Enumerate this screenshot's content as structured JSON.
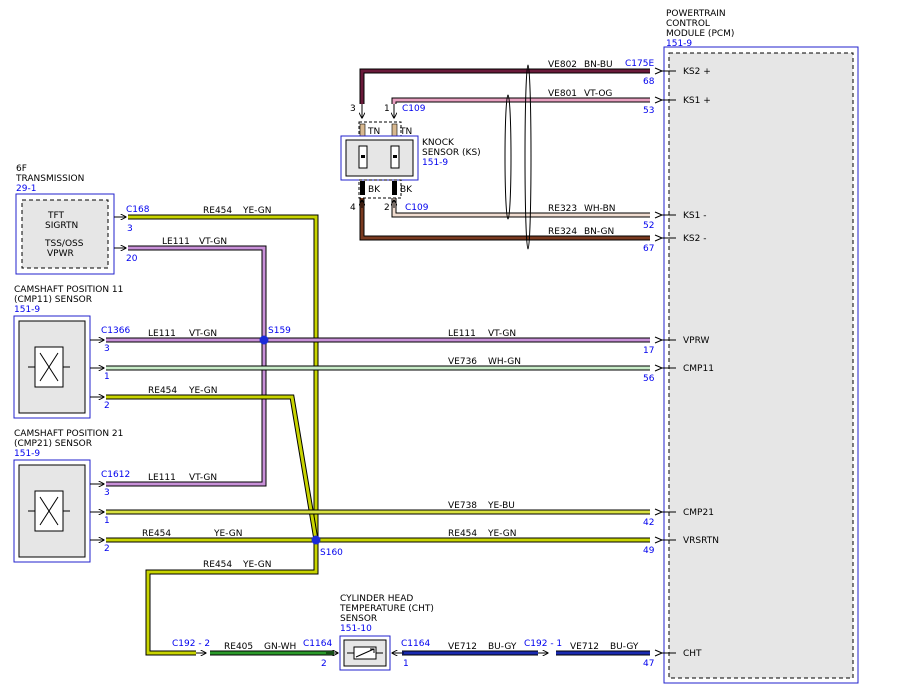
{
  "colors": {
    "frame_blue": "#2222cc",
    "wire_ye_gn": "#c8d400",
    "wire_vt_gn": "#c890d8",
    "wire_bn_bu": "#6a1a3a",
    "wire_vt_og": "#e8a0c0",
    "wire_wh_bn": "#e8d0c0",
    "wire_bn_gn": "#7a3a20",
    "wire_wh_gn": "#b8e0b8",
    "wire_ye_bu": "#d8e040",
    "wire_gn_wh": "#2a9a2a",
    "wire_bu_gy": "#1a2ab0"
  },
  "pcm": {
    "title_lines": [
      "POWERTRAIN",
      "CONTROL",
      "MODULE (PCM)"
    ],
    "ref": "151-9",
    "pins": [
      {
        "label": "KS2 +",
        "pin": "68"
      },
      {
        "label": "KS1 +",
        "pin": "53"
      },
      {
        "label": "KS1 -",
        "pin": "52"
      },
      {
        "label": "KS2 -",
        "pin": "67"
      },
      {
        "label": "VPRW",
        "pin": "17"
      },
      {
        "label": "CMP11",
        "pin": "56"
      },
      {
        "label": "CMP21",
        "pin": "42"
      },
      {
        "label": "VRSRTN",
        "pin": "49"
      },
      {
        "label": "CHT",
        "pin": "47"
      }
    ],
    "connectors": [
      "C175E"
    ]
  },
  "knock": {
    "title_lines": [
      "KNOCK",
      "SENSOR (KS)"
    ],
    "ref": "151-9",
    "pin_top_left": "3",
    "pin_top_right": "1",
    "pin_bot_left": "4",
    "pin_bot_right": "2",
    "conn_top": "C109",
    "conn_bot": "C109",
    "tn": "TN",
    "bk": "BK"
  },
  "transmission": {
    "title_lines": [
      "6F",
      "TRANSMISSION"
    ],
    "ref": "29-1",
    "inner": [
      "TFT",
      "SIGRTN",
      "TSS/OSS",
      "VPWR"
    ],
    "connector": "C168",
    "pins": [
      "3",
      "20"
    ]
  },
  "cmp11": {
    "title_lines": [
      "CAMSHAFT POSITION 11",
      "(CMP11) SENSOR"
    ],
    "ref": "151-9",
    "connector": "C1366",
    "pins": [
      "3",
      "1",
      "2"
    ]
  },
  "cmp21": {
    "title_lines": [
      "CAMSHAFT POSITION 21",
      "(CMP21) SENSOR"
    ],
    "ref": "151-9",
    "connector": "C1612",
    "pins": [
      "3",
      "1",
      "2"
    ]
  },
  "cht": {
    "title_lines": [
      "CYLINDER HEAD",
      "TEMPERATURE (CHT)",
      "SENSOR"
    ],
    "ref": "151-10",
    "conn_left": "C1164",
    "conn_right": "C1164",
    "pin_left": "2",
    "pin_right": "1",
    "c192_left": "C192 - 2",
    "c192_right": "C192 - 1"
  },
  "splices": [
    "S159",
    "S160"
  ],
  "wires": {
    "ve802": {
      "circuit": "VE802",
      "color": "BN-BU"
    },
    "ve801": {
      "circuit": "VE801",
      "color": "VT-OG"
    },
    "re323": {
      "circuit": "RE323",
      "color": "WH-BN"
    },
    "re324": {
      "circuit": "RE324",
      "color": "BN-GN"
    },
    "re454_tft": {
      "circuit": "RE454",
      "color": "YE-GN"
    },
    "le111_vpwr": {
      "circuit": "LE111",
      "color": "VT-GN"
    },
    "le111_cmp11": {
      "circuit": "LE111",
      "color": "VT-GN"
    },
    "le111_pcm": {
      "circuit": "LE111",
      "color": "VT-GN"
    },
    "ve736": {
      "circuit": "VE736",
      "color": "WH-GN"
    },
    "re454_cmp11": {
      "circuit": "RE454",
      "color": "YE-GN"
    },
    "le111_cmp21": {
      "circuit": "LE111",
      "color": "VT-GN"
    },
    "ve738": {
      "circuit": "VE738",
      "color": "YE-BU"
    },
    "re454_cmp21": {
      "circuit": "RE454",
      "color": "YE-GN"
    },
    "re454_pcm": {
      "circuit": "RE454",
      "color": "YE-GN"
    },
    "re454_down": {
      "circuit": "RE454",
      "color": "YE-GN"
    },
    "re405": {
      "circuit": "RE405",
      "color": "GN-WH"
    },
    "ve712_a": {
      "circuit": "VE712",
      "color": "BU-GY"
    },
    "ve712_b": {
      "circuit": "VE712",
      "color": "BU-GY"
    }
  }
}
